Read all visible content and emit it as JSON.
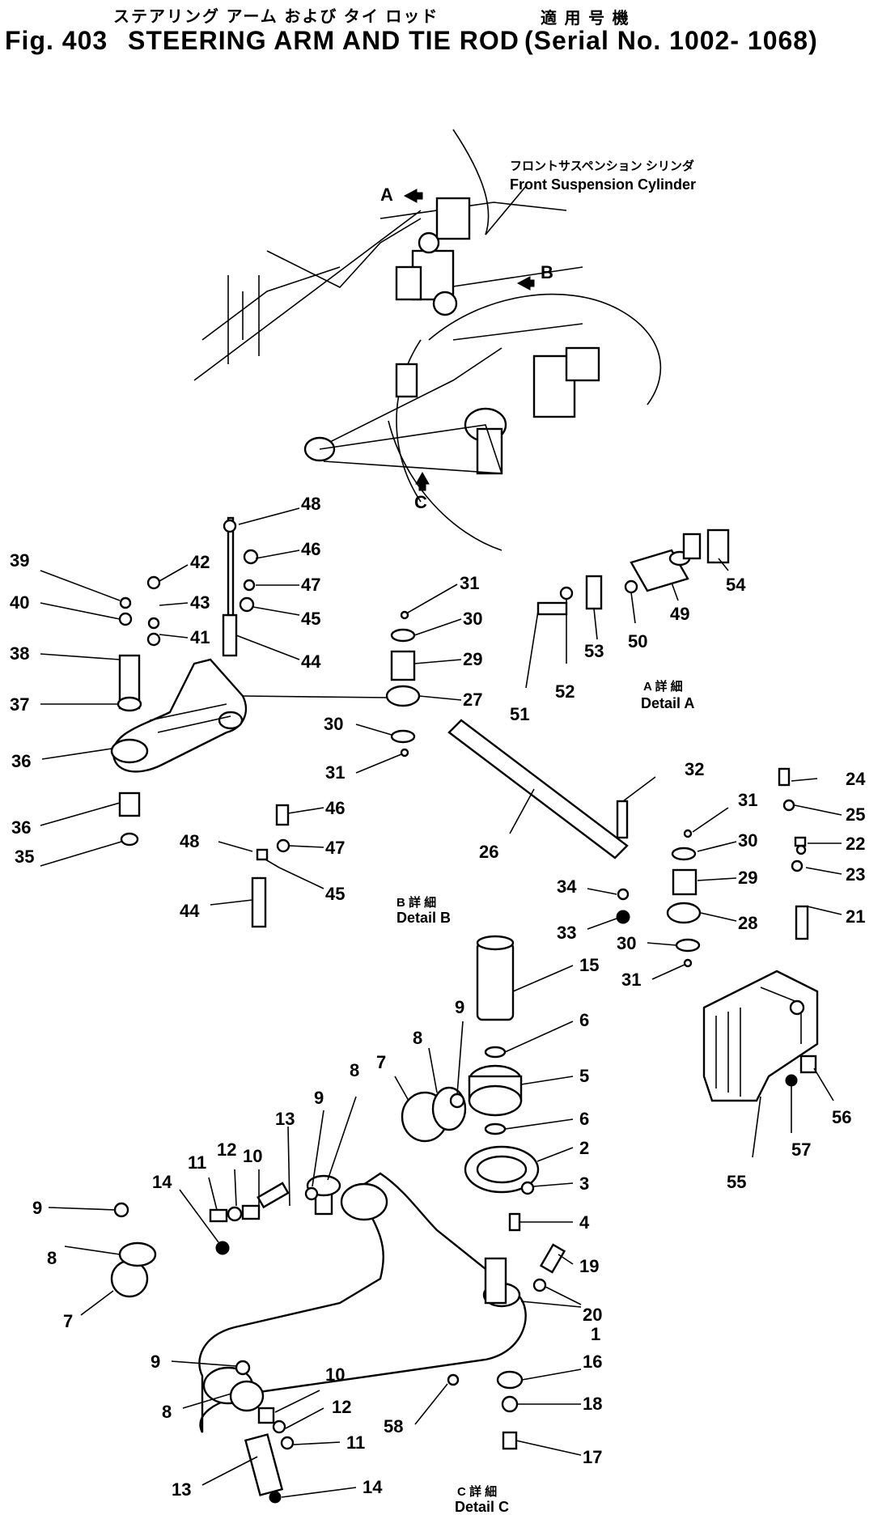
{
  "header": {
    "title_jp": "ステアリング アーム および タイ ロッド",
    "serial_jp": "適 用 号 機",
    "fig": "Fig. 403",
    "title": "STEERING ARM AND TIE ROD",
    "serial": "Serial No. 1002- 1068"
  },
  "annotations": {
    "front_susp_jp": "フロントサスペンション シリンダ",
    "front_susp": "Front Suspension Cylinder",
    "arrow_a": "A",
    "arrow_b": "B",
    "arrow_c": "C",
    "detail_a_jp": "A 詳 細",
    "detail_a": "Detail A",
    "detail_b_jp": "B 詳 細",
    "detail_b": "Detail B",
    "detail_c_jp": "C 詳 細",
    "detail_c": "Detail C"
  },
  "callouts": [
    "48",
    "46",
    "47",
    "45",
    "44",
    "39",
    "40",
    "38",
    "37",
    "36",
    "35",
    "42",
    "43",
    "41",
    "31",
    "30",
    "29",
    "27",
    "30",
    "31",
    "26",
    "54",
    "49",
    "50",
    "53",
    "52",
    "51",
    "32",
    "31",
    "30",
    "29",
    "28",
    "34",
    "33",
    "30",
    "31",
    "24",
    "25",
    "22",
    "23",
    "21",
    "55",
    "57",
    "56",
    "48",
    "46",
    "47",
    "45",
    "44",
    "15",
    "6",
    "5",
    "6",
    "2",
    "3",
    "4",
    "19",
    "20",
    "1",
    "16",
    "18",
    "17",
    "9",
    "8",
    "7",
    "13",
    "10",
    "12",
    "11",
    "14",
    "9",
    "8",
    "7",
    "9",
    "8",
    "10",
    "12",
    "11",
    "13",
    "14",
    "58"
  ]
}
